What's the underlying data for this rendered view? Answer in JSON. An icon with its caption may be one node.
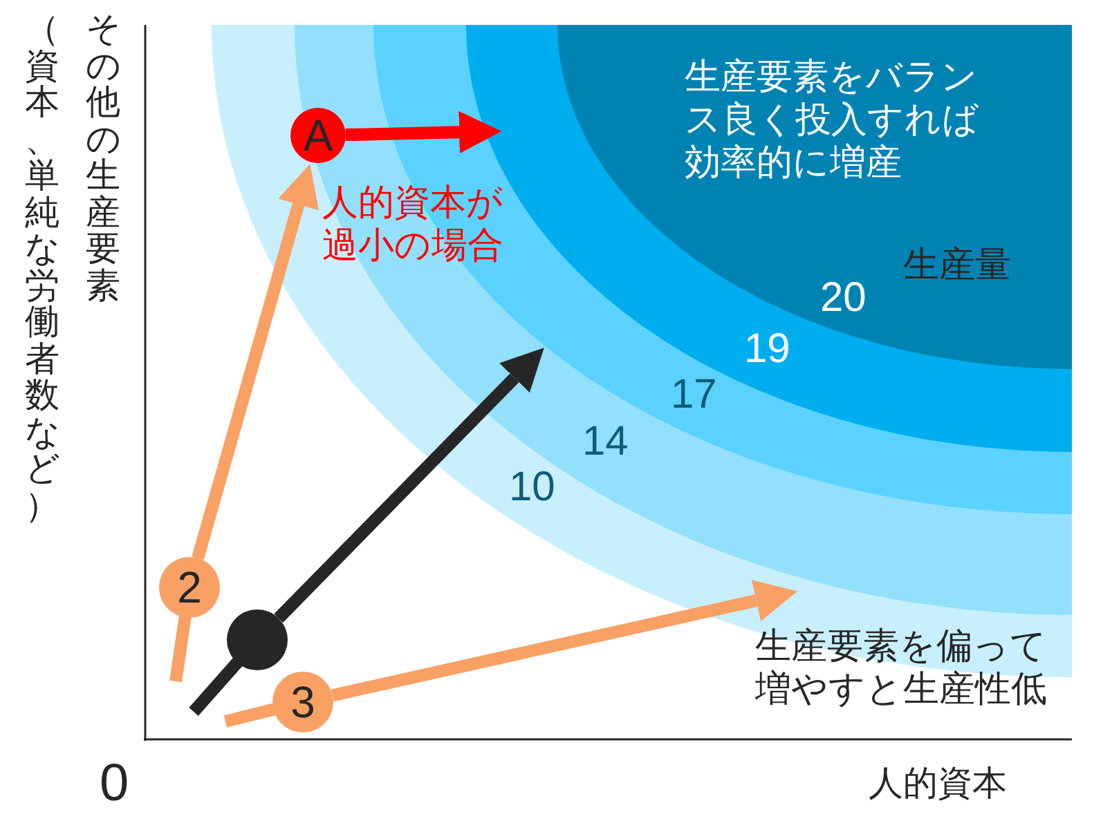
{
  "diagram": {
    "nodes": [
      {
        "text": [
          "A"
        ]
      },
      {
        "text": [
          "2"
        ]
      },
      {
        "text": [],
        "shape": "circle"
      },
      {
        "text": [
          "3"
        ]
      }
    ],
    "edges": [
      {
        "from": 1,
        "to": 0,
        "arrow": "to",
        "color": "#f9a065"
      },
      {
        "from": 0,
        "to": null,
        "arrow": "to",
        "color": "#ff0000"
      },
      {
        "from": 2,
        "to": null,
        "arrow": "to",
        "color": "#262626"
      },
      {
        "from": 3,
        "to": null,
        "arrow": "to",
        "color": "#f9a065"
      }
    ],
    "labels": [
      "その他の生産要素",
      "（資本、単純な労働者数など）",
      "生産要素をバランス良く投入すれば効率的に増産",
      "人的資本が過小の場合",
      "生産量",
      "20",
      "19",
      "17",
      "14",
      "10",
      "生産要素を偏って増やすと生産性低",
      "0",
      "人的資本"
    ]
  }
}
